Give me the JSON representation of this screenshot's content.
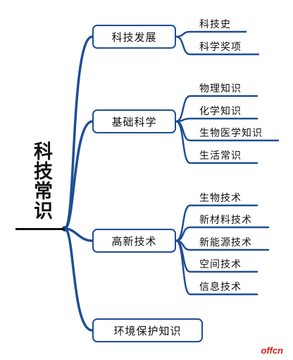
{
  "root": {
    "title": "科技常识"
  },
  "branches": [
    {
      "label": "科技发展",
      "children": [
        "科技史",
        "科学奖项"
      ]
    },
    {
      "label": "基础科学",
      "children": [
        "物理知识",
        "化学知识",
        "生物医学知识",
        "生活常识"
      ]
    },
    {
      "label": "高新技术",
      "children": [
        "生物技术",
        "新材料技术",
        "新能源技术",
        "空间技术",
        "信息技术"
      ]
    },
    {
      "label": "环境保护知识",
      "children": []
    }
  ],
  "watermark": "offcn",
  "colors": {
    "connector": "#1f4e96",
    "box_border": "#1f4e96",
    "watermark": "#d42020"
  }
}
